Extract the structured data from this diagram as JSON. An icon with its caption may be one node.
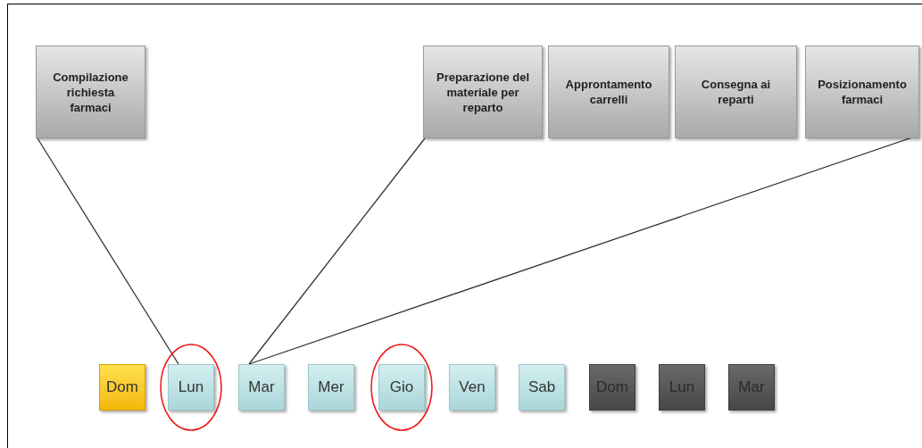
{
  "diagram": {
    "nodes": [
      {
        "text": [
          "Compilazione richiesta farmaci"
        ]
      },
      {
        "text": [
          "Preparazione del materiale per reparto"
        ]
      },
      {
        "text": [
          "Approntamento carrelli"
        ]
      },
      {
        "text": [
          "Consegna ai reparti"
        ]
      },
      {
        "text": [
          "Posizionamento farmaci"
        ]
      },
      {
        "text": [
          "Dom"
        ]
      },
      {
        "text": [
          "Lun"
        ]
      },
      {
        "text": [
          "Mar"
        ]
      },
      {
        "text": [
          "Mer"
        ]
      },
      {
        "text": [
          "Gio"
        ]
      },
      {
        "text": [
          "Ven"
        ]
      },
      {
        "text": [
          "Sab"
        ]
      },
      {
        "text": [
          "Dom"
        ]
      },
      {
        "text": [
          "Lun"
        ]
      },
      {
        "text": [
          "Mar"
        ]
      }
    ],
    "edges": [
      {
        "from": 0,
        "to": 6,
        "arrow": "none"
      },
      {
        "from": 1,
        "to": 7,
        "arrow": "none"
      },
      {
        "from": 4,
        "to": 7,
        "arrow": "none"
      }
    ]
  }
}
